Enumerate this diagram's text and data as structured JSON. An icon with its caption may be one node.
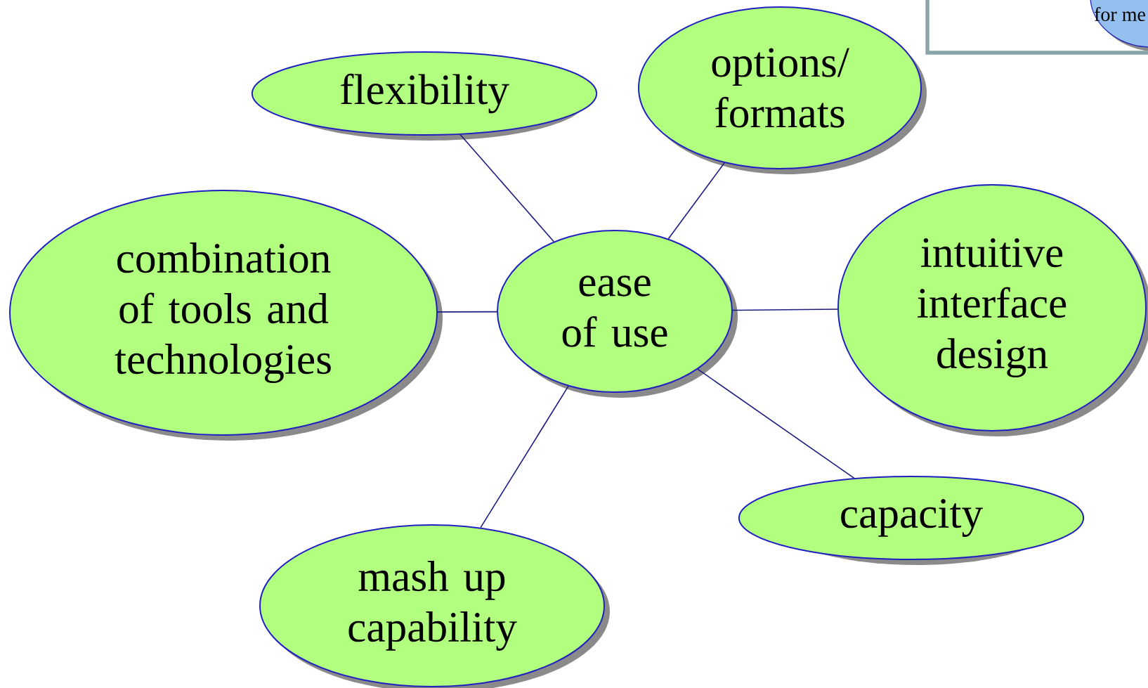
{
  "diagram": {
    "nodes": [
      {
        "text": [],
        "shape": "box"
      },
      {
        "text": [
          "for me"
        ]
      },
      {
        "text": [
          "flexibility"
        ]
      },
      {
        "text": [
          "options/ formats"
        ]
      },
      {
        "text": [
          "combination of tools and technologies"
        ]
      },
      {
        "text": [
          "ease of use"
        ]
      },
      {
        "text": [
          "intuitive interface design"
        ]
      },
      {
        "text": [
          "capacity"
        ]
      },
      {
        "text": [
          "mash up capability"
        ]
      }
    ],
    "edges": [
      {
        "from": 5,
        "to": 2,
        "arrow": "none"
      },
      {
        "from": 5,
        "to": 3,
        "arrow": "none"
      },
      {
        "from": 5,
        "to": 4,
        "arrow": "none"
      },
      {
        "from": 5,
        "to": 6,
        "arrow": "none"
      },
      {
        "from": 5,
        "to": 7,
        "arrow": "none"
      },
      {
        "from": 5,
        "to": 8,
        "arrow": "none"
      }
    ]
  }
}
